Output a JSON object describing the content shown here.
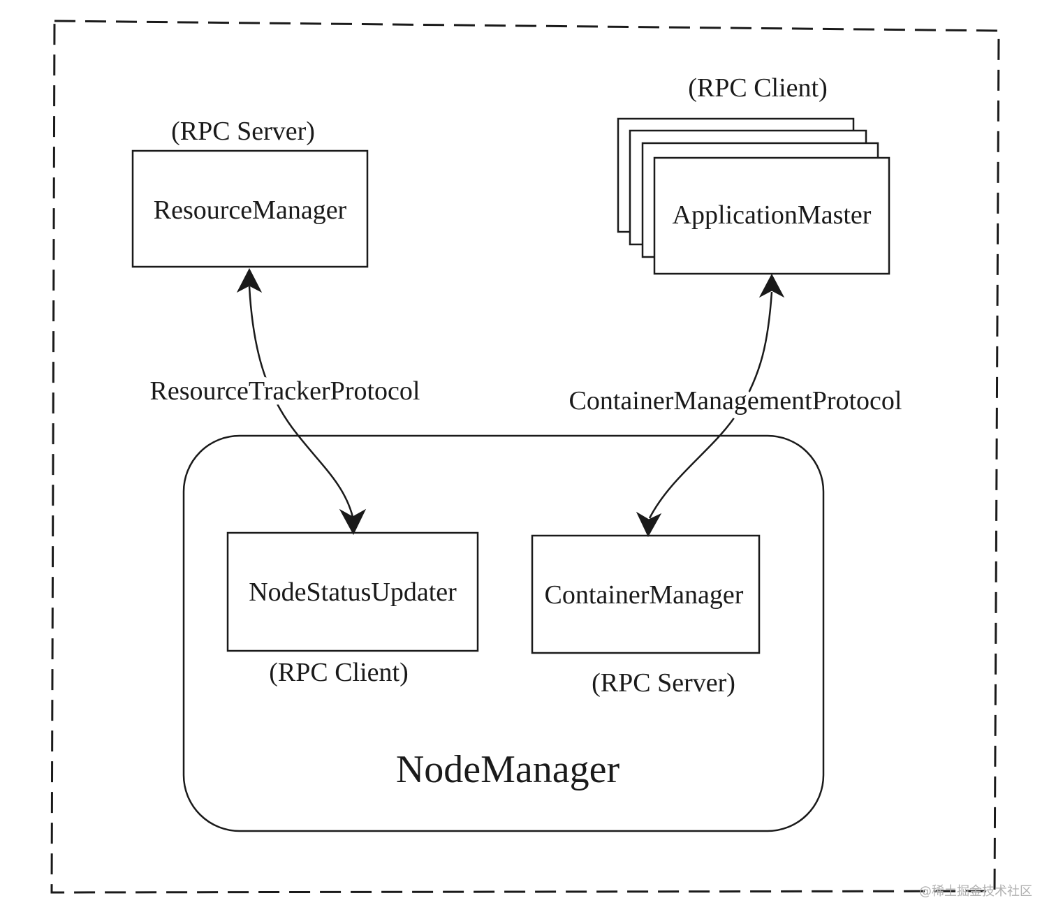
{
  "resource_manager": {
    "role_label": "(RPC Server)",
    "name": "ResourceManager"
  },
  "application_master": {
    "role_label": "(RPC Client)",
    "name": "ApplicationMaster"
  },
  "protocols": {
    "resource_tracker": "ResourceTrackerProtocol",
    "container_management": "ContainerManagementProtocol"
  },
  "node_manager": {
    "title": "NodeManager",
    "node_status_updater": {
      "name": "NodeStatusUpdater",
      "role_label": "(RPC Client)"
    },
    "container_manager": {
      "name": "ContainerManager",
      "role_label": "(RPC Server)"
    }
  },
  "watermark": "@稀土掘金技术社区",
  "colors": {
    "stroke": "#1a1a1a",
    "background": "#ffffff",
    "watermark": "#b0b0b0"
  }
}
